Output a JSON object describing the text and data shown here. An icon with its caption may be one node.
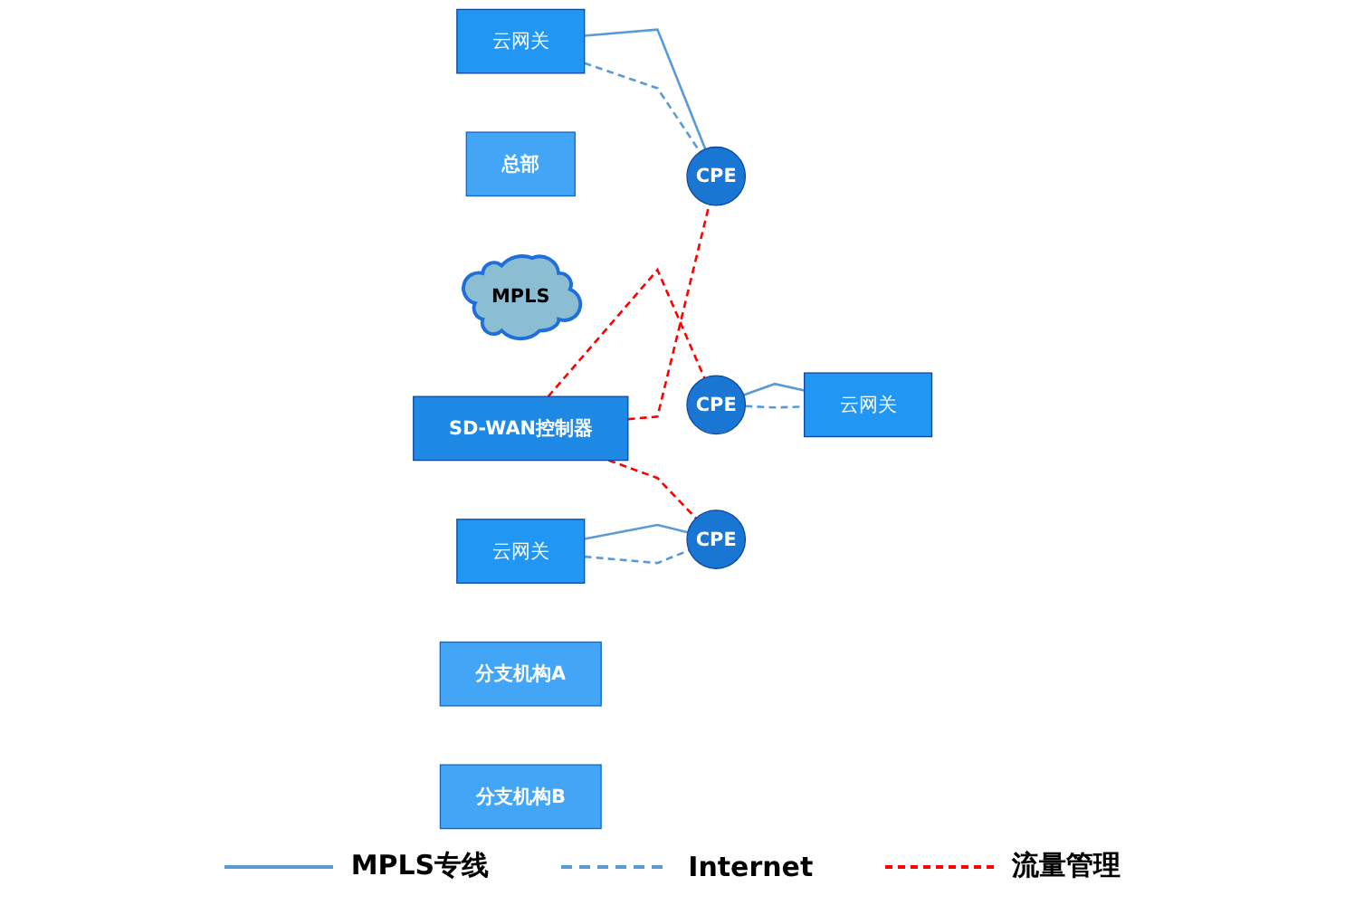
{
  "diagram": {
    "nodes": [
      {
        "text": [
          "SD-WAN控制器"
        ]
      },
      {
        "text": [
          "总部"
        ]
      },
      {
        "text": [
          "CPE"
        ]
      },
      {
        "text": [
          "MPLS"
        ]
      },
      {
        "text": [
          "云网关"
        ]
      },
      {
        "text": [
          "云网关"
        ]
      },
      {
        "text": [
          "云网关"
        ]
      },
      {
        "text": [
          "CPE"
        ]
      },
      {
        "text": [
          "分支机构A"
        ]
      },
      {
        "text": [
          "CPE"
        ]
      },
      {
        "text": [
          "分支机构B"
        ]
      }
    ],
    "edges": [
      {
        "from": 2,
        "to": 4,
        "arrow": "none"
      },
      {
        "from": 2,
        "to": 4,
        "arrow": "none",
        "style": "dashed"
      },
      {
        "from": 5,
        "to": 7,
        "arrow": "none"
      },
      {
        "from": 5,
        "to": 7,
        "arrow": "none",
        "style": "dashed"
      },
      {
        "from": 6,
        "to": 9,
        "arrow": "none"
      },
      {
        "from": 6,
        "to": 9,
        "arrow": "none",
        "style": "dashed"
      },
      {
        "from": 0,
        "to": 2,
        "arrow": "none",
        "style": "dashed",
        "color": "#ff0000"
      },
      {
        "from": 0,
        "to": 7,
        "arrow": "none",
        "style": "dashed",
        "color": "#ff0000"
      },
      {
        "from": 0,
        "to": 9,
        "arrow": "none",
        "style": "dashed",
        "color": "#ff0000"
      }
    ],
    "legend": [
      {
        "text": "MPLS专线"
      },
      {
        "text": "Internet"
      },
      {
        "text": "流量管理"
      }
    ]
  }
}
